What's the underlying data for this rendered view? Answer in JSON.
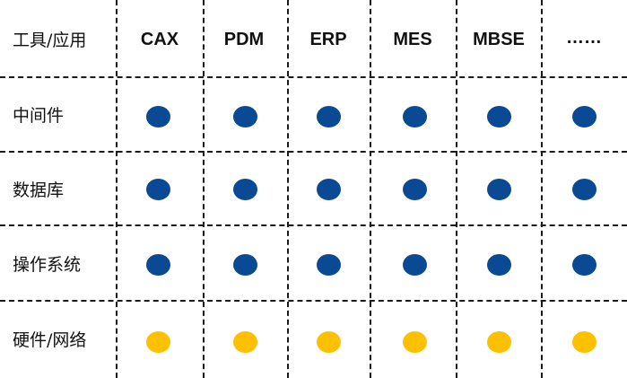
{
  "corner_label": "工具/应用",
  "columns": [
    "CAX",
    "PDM",
    "ERP",
    "MES",
    "MBSE",
    "……"
  ],
  "rows": [
    {
      "label": "中间件",
      "layer": "software"
    },
    {
      "label": "数据库",
      "layer": "software"
    },
    {
      "label": "操作系统",
      "layer": "software"
    },
    {
      "label": "硬件/网络",
      "layer": "hardware"
    }
  ],
  "colors": {
    "software": "#0a4a94",
    "hardware": "#ffc000",
    "grid_line": "#1a1a1a"
  }
}
